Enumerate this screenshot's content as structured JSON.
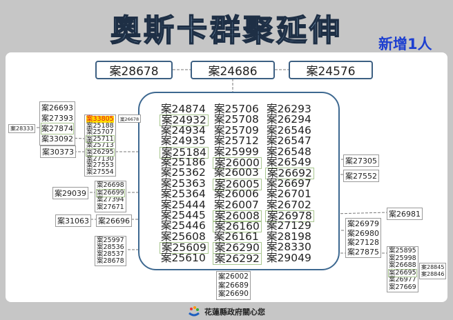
{
  "title": "奧斯卡群聚延伸",
  "badge": "新增1人",
  "footer": "花蓮縣政府關心您",
  "colors": {
    "title_fill": "#a9d0f2",
    "badge": "#1d3fd0",
    "highlight_yellow": "#ffd800",
    "highlight_text": "#e3161b",
    "main_border": "#3d6890"
  },
  "top_cases": [
    "案28678",
    "案24686",
    "案24576"
  ],
  "main_grid": {
    "columns": [
      [
        "案24874",
        "案24932",
        "案24934",
        "案24935",
        "案25184",
        "案25186",
        "案25362",
        "案25363",
        "案25364",
        "案25444",
        "案25445",
        "案25446",
        "案25608",
        "案25609",
        "案25610"
      ],
      [
        "案25706",
        "案25708",
        "案25709",
        "案25712",
        "案25999",
        "案26000",
        "案26003",
        "案26005",
        "案26006",
        "案26007",
        "案26008",
        "案26160",
        "案26161",
        "案26290",
        "案26292"
      ],
      [
        "案26293",
        "案26294",
        "案26546",
        "案26547",
        "案26548",
        "案26549",
        "案26692",
        "案26697",
        "案26701",
        "案26702",
        "案26978",
        "案27129",
        "案28198",
        "案28330",
        "案29049"
      ]
    ],
    "highlighted": [
      [
        "案24932",
        "案25184",
        "案25609"
      ],
      [
        "案26000",
        "案26005",
        "案26008",
        "案26160",
        "案26290",
        "案26292"
      ],
      [
        "案26692",
        "案26978"
      ]
    ]
  },
  "left": {
    "case_28333": "案28333",
    "group_a": [
      "案26693",
      "案27393",
      "案27874",
      "案33092"
    ],
    "case_30373": "案30373",
    "group_b": [
      "案33805",
      "案25188",
      "案25707",
      "案25711",
      "案25713",
      "案26295",
      "案27130",
      "案27553",
      "案27554"
    ],
    "new_case": "案33805",
    "case_26678": "案26678",
    "case_29039": "案29039",
    "group_c": [
      "案26698",
      "案26699",
      "案27394",
      "案27671"
    ],
    "case_31063": "案31063",
    "case_26696": "案26696",
    "group_d": [
      "案25997",
      "案28536",
      "案28537",
      "案28678"
    ]
  },
  "right": {
    "case_27305": "案27305",
    "case_27552": "案27552",
    "case_26981": "案26981",
    "group_e": [
      "案26979",
      "案26980",
      "案27128",
      "案27875"
    ],
    "group_f": [
      "案25895",
      "案25998",
      "案26688",
      "案26695",
      "案26977",
      "案27669"
    ],
    "group_g": [
      "案28845",
      "案28846"
    ]
  },
  "bottom": {
    "group_h": [
      "案26002",
      "案26689",
      "案26690"
    ]
  }
}
